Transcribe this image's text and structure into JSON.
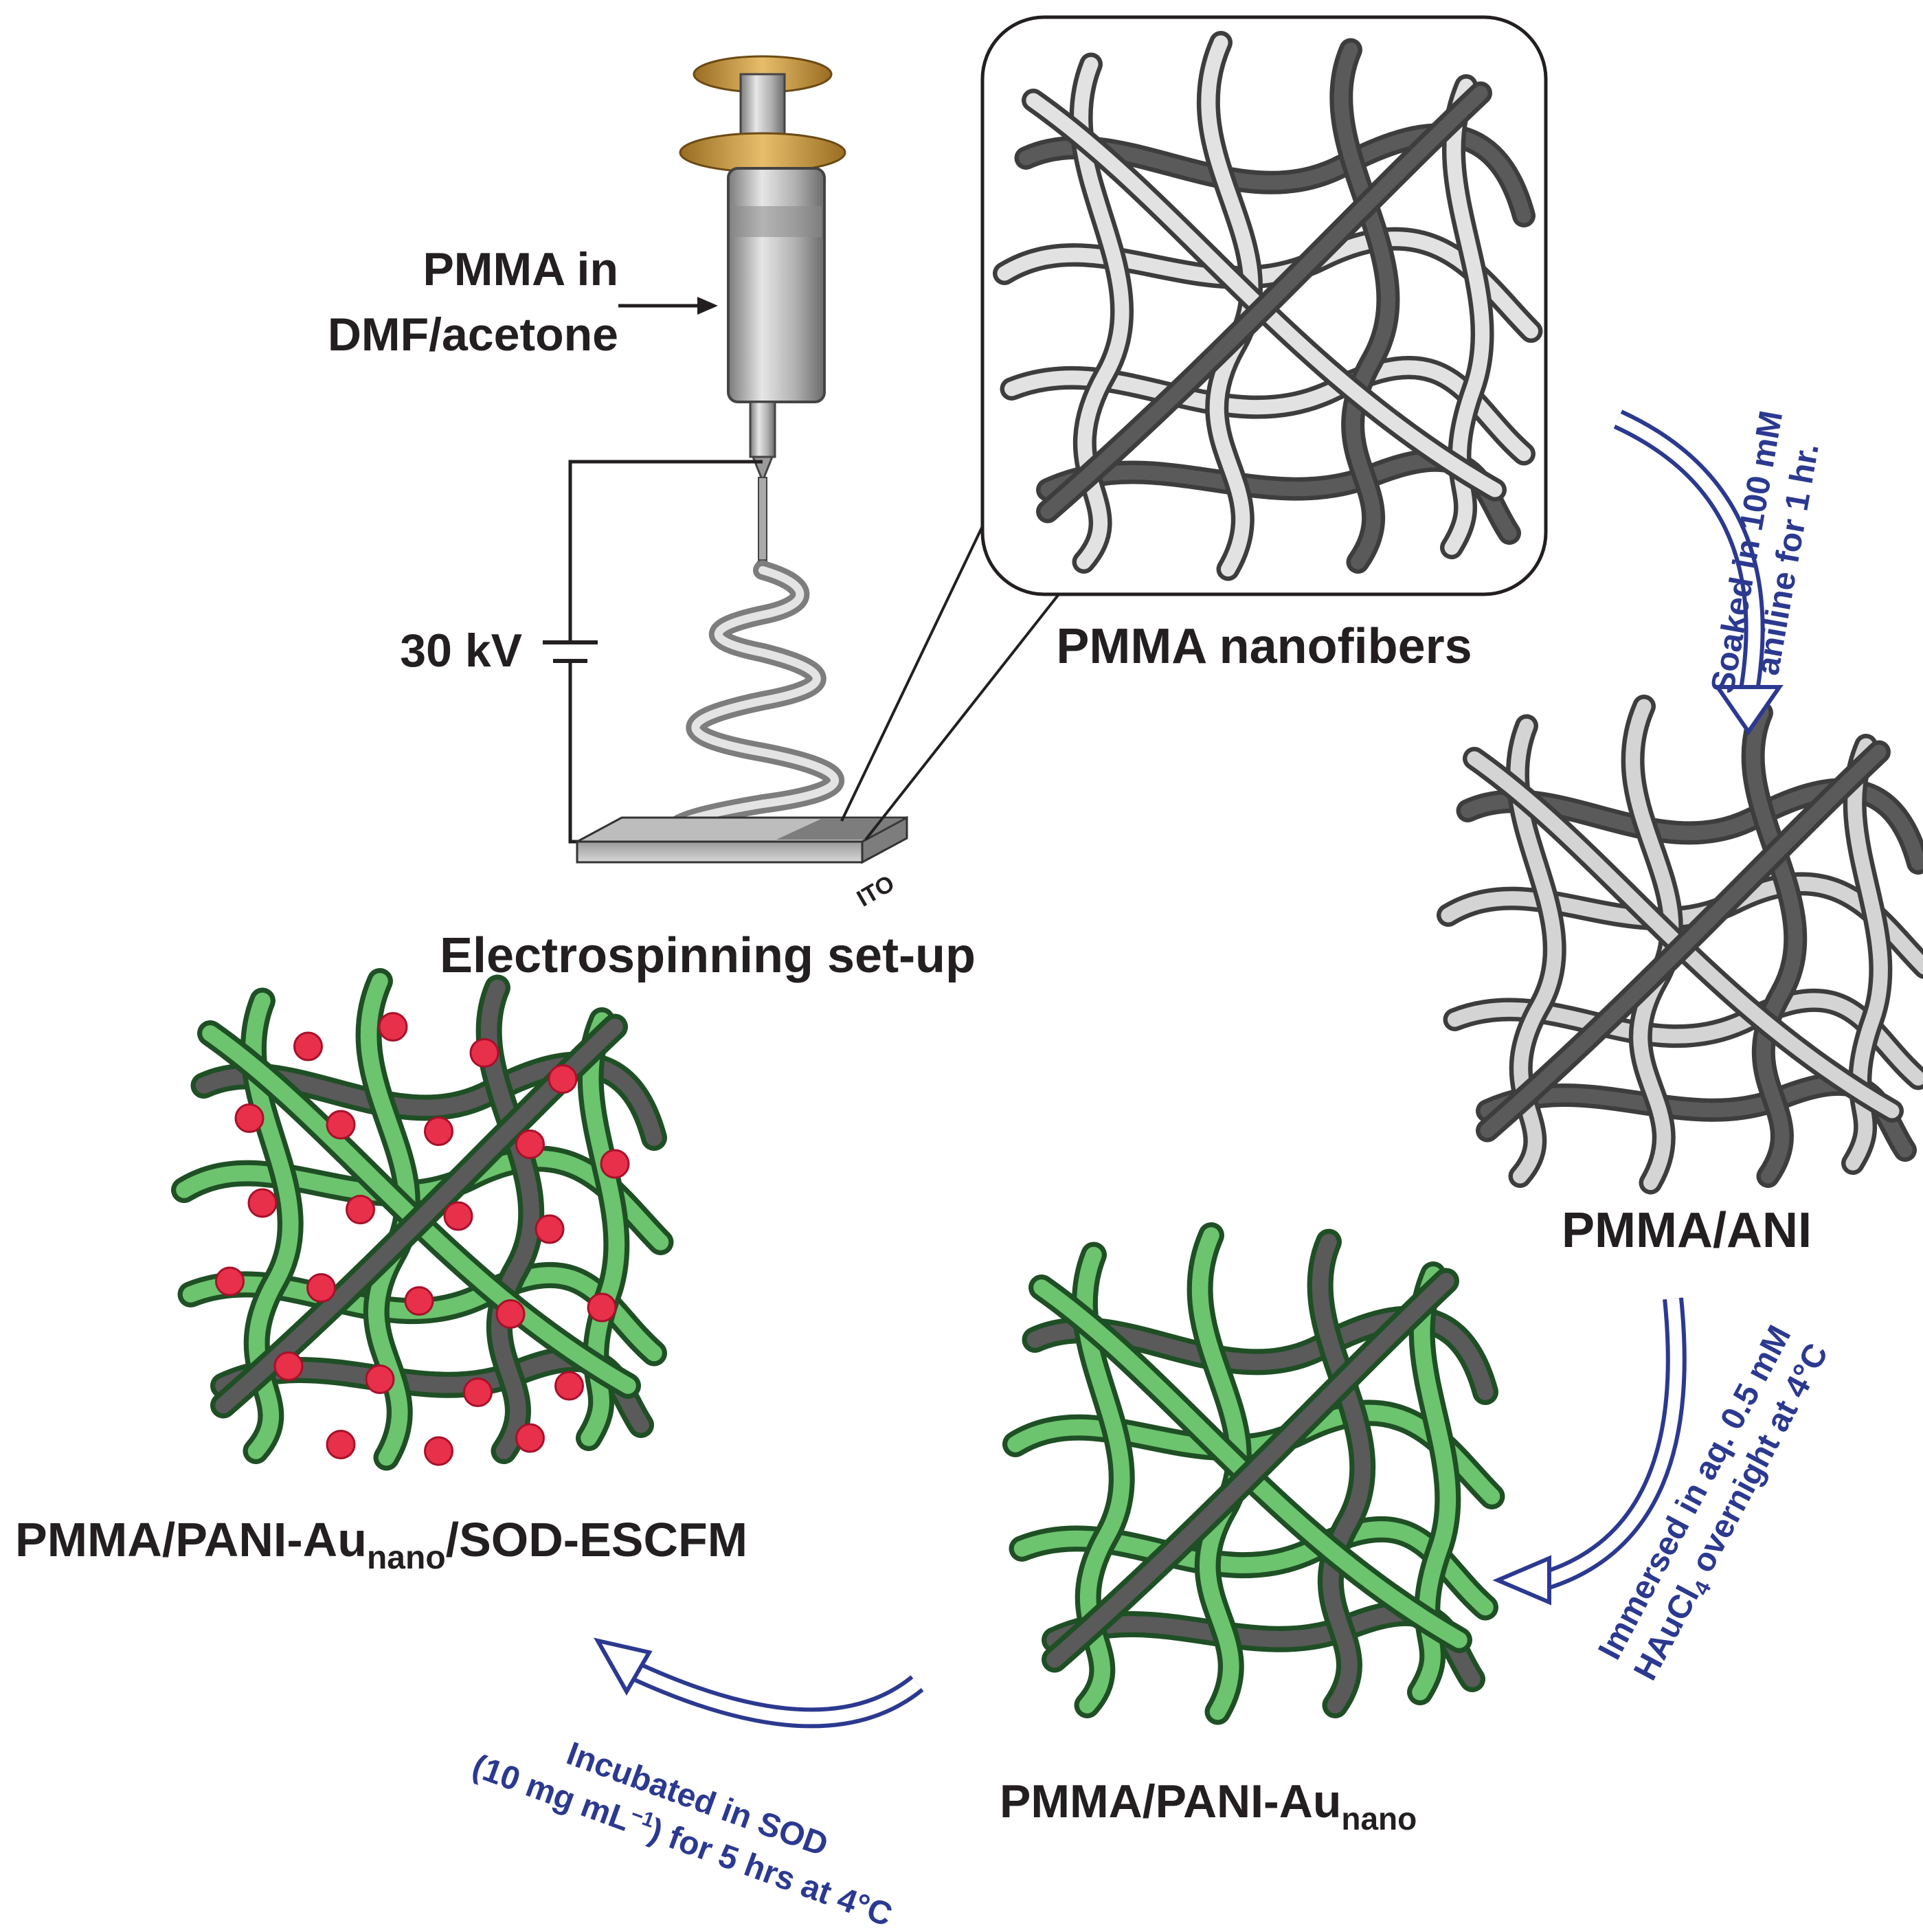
{
  "labels": {
    "pmma_in": "PMMA in",
    "dmf_acetone": "DMF/acetone",
    "voltage": "30 kV",
    "ito": "ITO",
    "electrospinning": "Electrospinning set-up",
    "pmma_nanofibers": "PMMA nanofibers",
    "pmma_ani": "PMMA/ANI",
    "pmma_pani_au_base": "PMMA/PANI-Au",
    "pmma_pani_au_sub": "nano",
    "final_base": "PMMA/PANI-Au",
    "final_sub": "nano",
    "final_suffix": "/SOD-ESCFM"
  },
  "steps": {
    "soak_line1": "Soaked in 100 mM",
    "soak_line2": "aniline for 1 hr.",
    "immerse_line1": "Immersed in aq. 0.5 mM",
    "immerse_line2_a": "HAuCl",
    "immerse_line2_sub": "4",
    "immerse_line2_b": " overnight at 4°C",
    "incubate_line1": "Incubated in SOD",
    "incubate_line2_a": "(10 mg mL",
    "incubate_line2_sup": "−1",
    "incubate_line2_b": ")",
    "incubate_line2_c": " for 5 hrs at 4°C"
  },
  "colors": {
    "arrow_blue": "#2b3990",
    "fiber_gray": "#8c8c8c",
    "fiber_dark": "#3d3d3d",
    "fiber_green": "#3fa34d",
    "particle_red": "#e8304a",
    "syringe_cap": "#c8963e"
  }
}
